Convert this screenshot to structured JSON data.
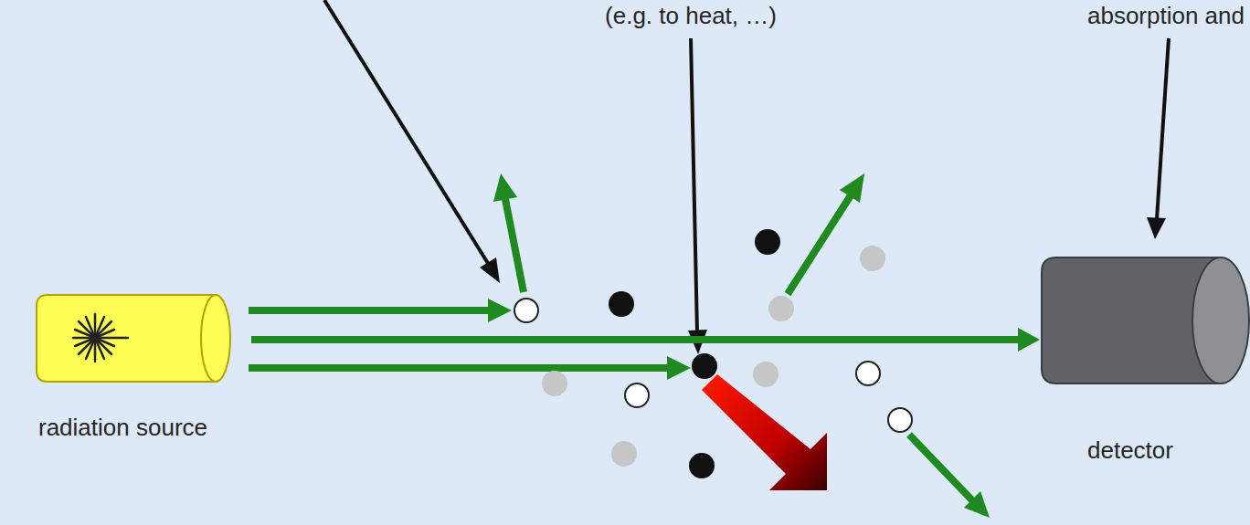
{
  "diagram": {
    "nodes": [
      {
        "text": [
          "radiation source"
        ]
      },
      {
        "text": [
          "detector"
        ]
      }
    ],
    "edges": [
      {
        "from": 0,
        "to": 1,
        "arrow": "to"
      }
    ],
    "labels": [
      "(e.g. to heat, …)",
      "absorption and"
    ]
  }
}
